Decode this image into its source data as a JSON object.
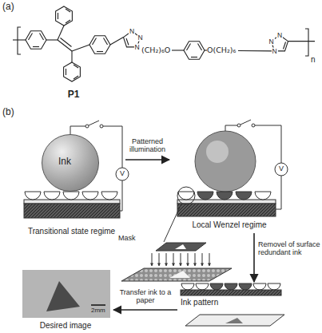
{
  "diagram": {
    "nodes": [
      {
        "text": [
          "Transitional state regime"
        ]
      },
      {
        "text": [
          "Ink"
        ],
        "in": 0
      },
      {
        "text": [
          "Local Wenzel regime"
        ]
      },
      {
        "text": [
          "Ink pattern"
        ]
      },
      {
        "text": [
          "Desired image"
        ]
      }
    ],
    "edges": [
      {
        "from": 0,
        "to": 2,
        "label": "Patterned illumination",
        "arrow": "to"
      },
      {
        "from": 2,
        "to": 3,
        "label": "Removel of surface redundant ink",
        "arrow": "to"
      },
      {
        "from": 3,
        "to": 4,
        "label": "Transfer ink to a paper",
        "arrow": "to"
      }
    ],
    "labels": [
      "(a)",
      "N",
      "N",
      "N",
      "(CH₂)₆O",
      "O(CH₂)₆",
      "N",
      "N",
      "N",
      "n",
      "P1",
      "(b)",
      "V",
      "V",
      "Mask",
      "2mm"
    ]
  }
}
